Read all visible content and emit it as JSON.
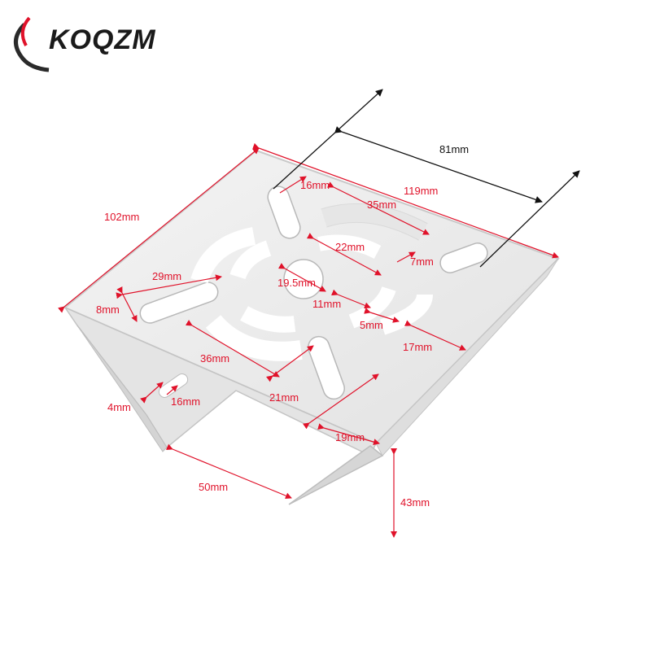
{
  "brand": {
    "name": "KOQZM",
    "accent": "#e0122a"
  },
  "dimensions": {
    "d81": "81mm",
    "d16a": "16mm",
    "d119": "119mm",
    "d102": "102mm",
    "d35": "35mm",
    "d22": "22mm",
    "d7": "7mm",
    "d29": "29mm",
    "d19_5": "19.5mm",
    "d8": "8mm",
    "d11": "11mm",
    "d5": "5mm",
    "d36": "36mm",
    "d17": "17mm",
    "d21": "21mm",
    "d4": "4mm",
    "d16b": "16mm",
    "d19": "19mm",
    "d50": "50mm",
    "d43": "43mm"
  },
  "colors": {
    "metal": "#ececec",
    "metal_edge": "#bfbfbf",
    "arrow": "#e0122a",
    "arrow_black": "#111111"
  }
}
